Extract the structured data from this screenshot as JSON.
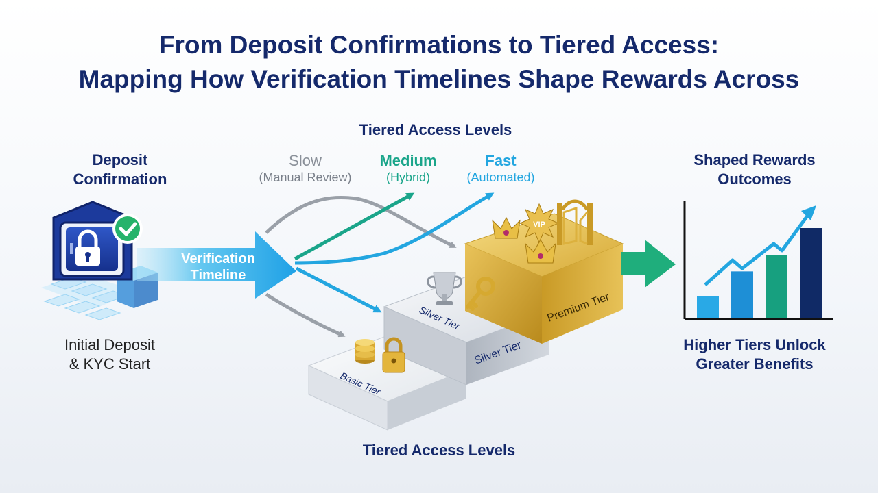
{
  "title": {
    "line1": "From Deposit Confirmations to Tiered Access:",
    "line2": "Mapping How Verification Timelines Shape Rewards Across"
  },
  "top_heading": "Tiered Access Levels",
  "bottom_heading": "Tiered Access Levels",
  "deposit": {
    "heading_line1": "Deposit",
    "heading_line2": "Confirmation",
    "caption_line1": "Initial Deposit",
    "caption_line2": "& KYC Start"
  },
  "timeline": {
    "label_line1": "Verification",
    "label_line2": "Timeline"
  },
  "speeds": [
    {
      "name": "Slow",
      "detail": "(Manual Review)",
      "color": "#8a9099"
    },
    {
      "name": "Medium",
      "detail": "(Hybrid)",
      "color": "#1aa58a"
    },
    {
      "name": "Fast",
      "detail": "(Automated)",
      "color": "#23a6e0"
    }
  ],
  "tiers": {
    "basic": "Basic Tier",
    "silver_top": "Silver Tier",
    "silver_front": "Silver Tier",
    "premium": "Premium Tier",
    "vip_badge": "VIP"
  },
  "rewards": {
    "heading_line1": "Shaped Rewards",
    "heading_line2": "Outcomes",
    "caption_line1": "Higher Tiers Unlock",
    "caption_line2": "Greater Benefits",
    "bars": [
      0.25,
      0.52,
      0.7,
      1.0
    ],
    "bar_colors": [
      "#29a9e6",
      "#1e8fd6",
      "#17a07f",
      "#102a66"
    ]
  },
  "colors": {
    "navy": "#15296b",
    "gray_arrow": "#9aa0a8",
    "green": "#1aa58a",
    "blue": "#23a6e0",
    "gold": "#d9b443"
  }
}
